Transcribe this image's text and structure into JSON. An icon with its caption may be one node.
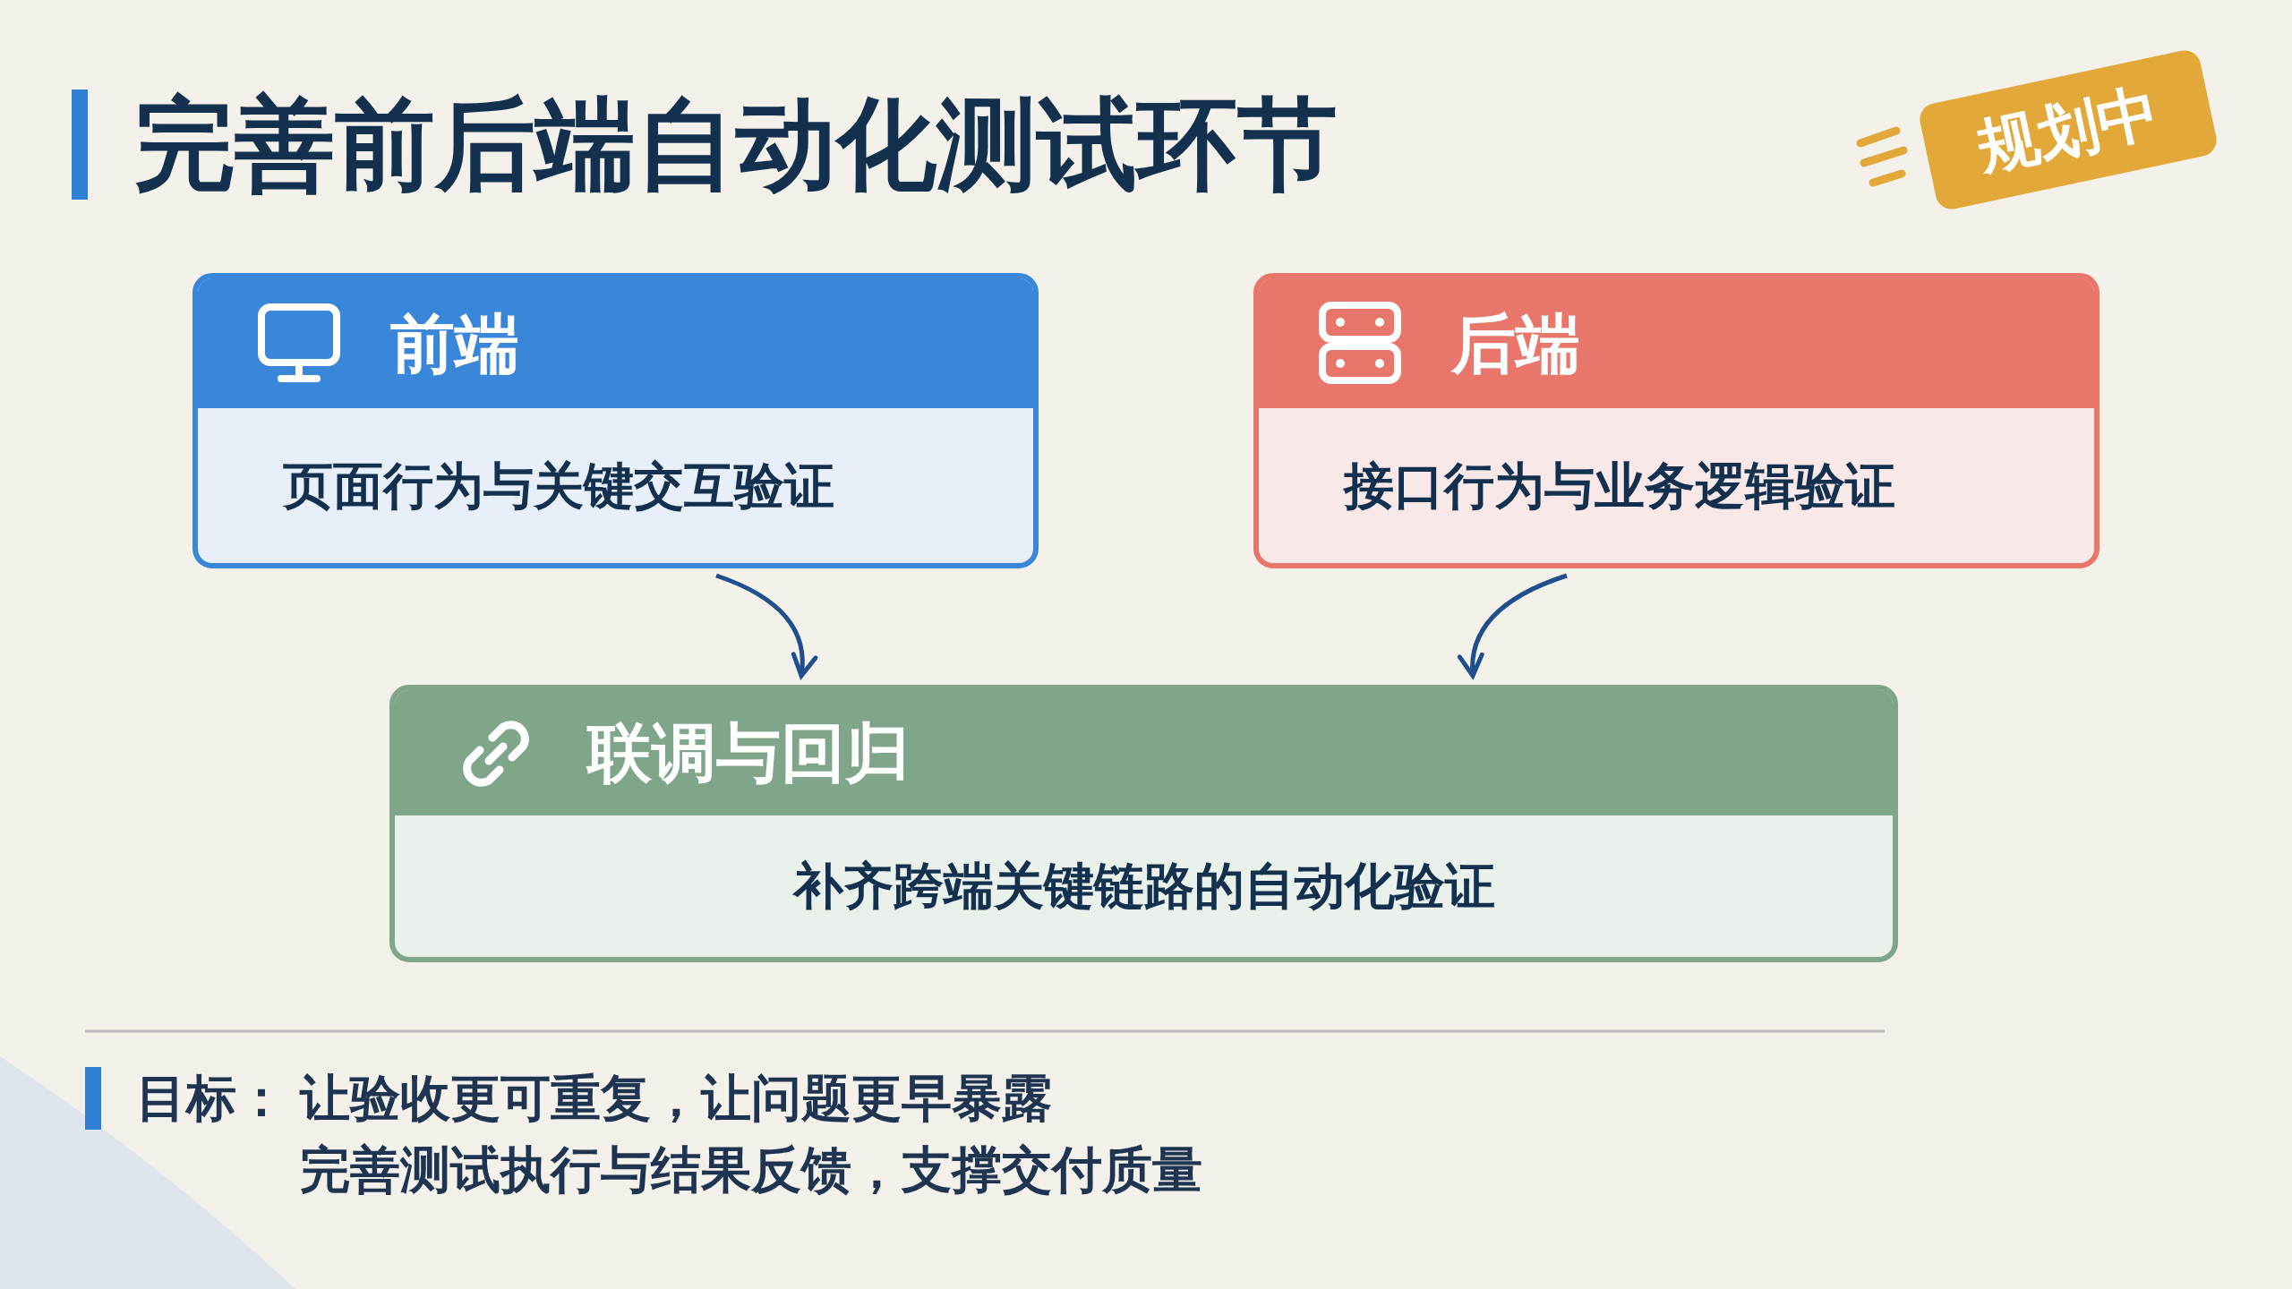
{
  "diagram": {
    "title": "完善前后端自动化测试环节",
    "nodes": [
      {
        "text": [
          "规划中"
        ]
      },
      {
        "text": [
          "前端",
          "页面行为与关键交互验证"
        ]
      },
      {
        "text": [
          "后端",
          "接口行为与业务逻辑验证"
        ]
      },
      {
        "text": [
          "联调与回归",
          "补齐跨端关键链路的自动化验证"
        ]
      }
    ],
    "edges": [
      {
        "from": 1,
        "to": 3,
        "arrow": "to"
      },
      {
        "from": 2,
        "to": 3,
        "arrow": "to"
      }
    ],
    "labels": [
      "目标：",
      "让验收更可重复，让问题更早暴露",
      "完善测试执行与结果反馈，支撑交付质量"
    ]
  }
}
